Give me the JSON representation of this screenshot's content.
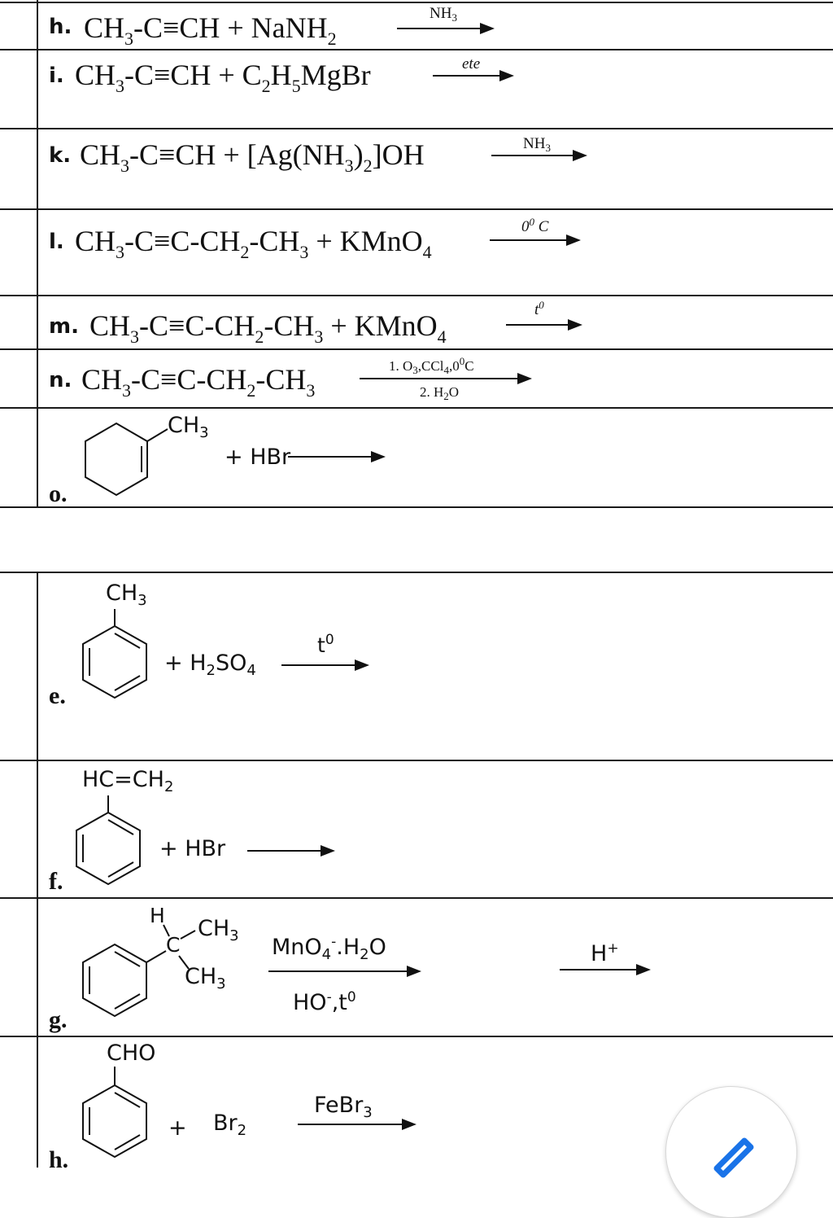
{
  "rows": {
    "h1": {
      "label": "h.",
      "eq": [
        "CH",
        "3",
        "-C≡CH + NaNH",
        "2"
      ],
      "cond": [
        "NH",
        "3"
      ]
    },
    "i": {
      "label": "i.",
      "eq": [
        "CH",
        "3",
        "-C≡CH + C",
        "2",
        "H",
        "5",
        "MgBr"
      ],
      "cond": "ete"
    },
    "k": {
      "label": "k.",
      "eq": [
        "CH",
        "3",
        "-C≡CH + [Ag(NH",
        "3",
        ")",
        "2",
        "]OH"
      ],
      "cond": [
        "NH",
        "3"
      ]
    },
    "l": {
      "label": "l.",
      "eq": [
        "CH",
        "3",
        "-C≡C-CH",
        "2",
        "-CH",
        "3",
        " + KMnO",
        "4"
      ],
      "cond": [
        "0",
        "0",
        " C"
      ]
    },
    "m": {
      "label": "m.",
      "eq": [
        "CH",
        "3",
        "-C≡C-CH",
        "2",
        "-CH",
        "3",
        " + KMnO",
        "4"
      ],
      "cond": [
        "t",
        "0"
      ]
    },
    "n": {
      "label": "n.",
      "eq": [
        "CH",
        "3",
        "-C≡C-CH",
        "2",
        "-CH",
        "3"
      ],
      "cond_top": [
        "1. O",
        "3",
        ",CCl",
        "4",
        ",0",
        "0",
        "C"
      ],
      "cond_bottom": [
        "2. H",
        "2",
        "O"
      ]
    },
    "o": {
      "label": "o.",
      "substituent": [
        "CH",
        "3"
      ],
      "reagent": "+ HBr"
    },
    "e": {
      "label": "e.",
      "substituent": [
        "CH",
        "3"
      ],
      "reagent": [
        "+ H",
        "2",
        "SO",
        "4"
      ],
      "cond": [
        "t",
        "0"
      ]
    },
    "f": {
      "label": "f.",
      "substituent": [
        "HC=CH",
        "2"
      ],
      "reagent": "+ HBr"
    },
    "g": {
      "label": "g.",
      "atom_h": "H",
      "atom_c": "C",
      "methyl_top": [
        "CH",
        "3"
      ],
      "methyl_bottom": [
        "CH",
        "3"
      ],
      "cond_top": [
        "MnO",
        "4",
        "-",
        ".H",
        "2",
        "O"
      ],
      "cond_bottom": [
        "HO",
        "-",
        ",t",
        "0"
      ],
      "cond2": [
        "H",
        "+"
      ]
    },
    "h2": {
      "label": "h.",
      "substituent": "CHO",
      "plus": "+",
      "reagent": [
        "Br",
        "2"
      ],
      "cond": [
        "FeBr",
        "3"
      ]
    }
  },
  "icons": {
    "fab": "edit-pencil-icon"
  },
  "colors": {
    "line": "#1a1a1a",
    "text": "#111111",
    "fab_icon": "#1a73e8"
  }
}
